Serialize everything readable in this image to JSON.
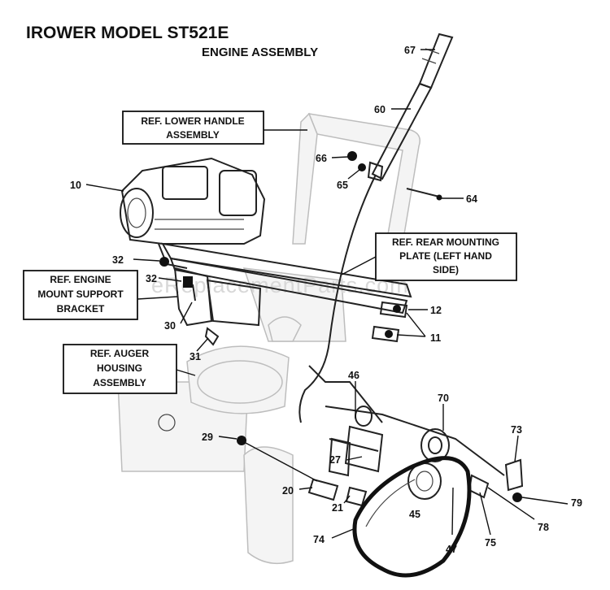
{
  "title": "IROWER MODEL ST521E",
  "subtitle": "ENGINE ASSEMBLY",
  "watermark": "eReplacementParts.com",
  "callouts": {
    "c67": "67",
    "c60": "60",
    "c66": "66",
    "c65": "65",
    "c64": "64",
    "c10": "10",
    "c32a": "32",
    "c32b": "32",
    "c30": "30",
    "c31": "31",
    "c12": "12",
    "c11": "11",
    "c46": "46",
    "c70": "70",
    "c73": "73",
    "c29": "29",
    "c27": "27",
    "c20": "20",
    "c21": "21",
    "c45": "45",
    "c47": "47",
    "c74": "74",
    "c75": "75",
    "c78": "78",
    "c79": "79"
  },
  "refs": {
    "lower_handle": [
      "REF. LOWER HANDLE",
      "ASSEMBLY"
    ],
    "rear_mounting": [
      "REF. REAR MOUNTING",
      "PLATE (LEFT HAND",
      "SIDE)"
    ],
    "engine_mount": [
      "REF. ENGINE",
      "MOUNT SUPPORT",
      "BRACKET"
    ],
    "auger_housing": [
      "REF. AUGER",
      "HOUSING",
      "ASSEMBLY"
    ]
  }
}
